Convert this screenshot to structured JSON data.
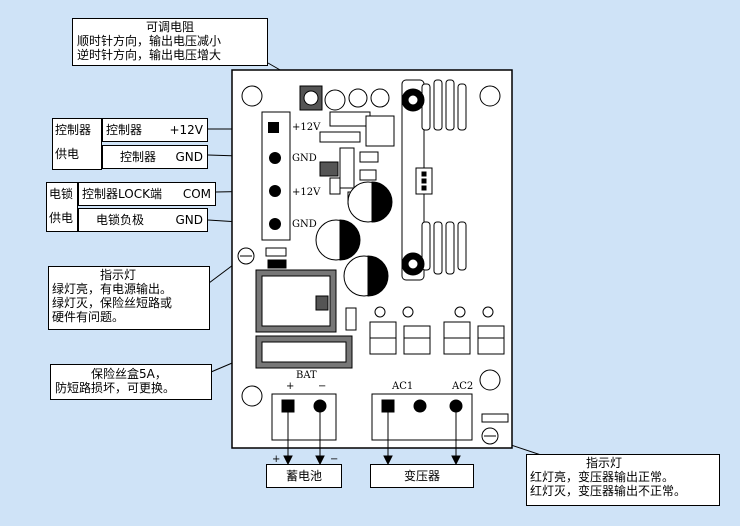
{
  "annotations": {
    "potentiometer": {
      "title": "可调电阻",
      "line1": "顺时针方向，输出电压减小",
      "line2": "逆时针方向，输出电压增大"
    },
    "controller_power": {
      "group": "控制器供电",
      "group_a": "控制器",
      "group_b": "供电",
      "row1_name": "控制器",
      "row1_value": "+12V",
      "row2_name": "控制器",
      "row2_value": "GND"
    },
    "lock_power": {
      "group_a": "电锁",
      "group_b": "供电",
      "row1_name": "控制器LOCK端",
      "row1_value": "COM",
      "row2_name": "电锁负极",
      "row2_value": "GND"
    },
    "indicator_green": {
      "title": "指示灯",
      "line1": "绿灯亮，有电源输出。",
      "line2": "绿灯灭，保险丝短路或",
      "line3": "硬件有问题。"
    },
    "fuse": {
      "line1": "保险丝盒5A，",
      "line2": "防短路损坏，可更换。"
    },
    "indicator_red": {
      "title": "指示灯",
      "line1": "红灯亮，变压器输出正常。",
      "line2": "红灯灭，变压器输出不正常。"
    },
    "battery_label": "蓄电池",
    "transformer_label": "变压器"
  },
  "board": {
    "terminal_labels": [
      "+12V",
      "GND",
      "+12V",
      "GND"
    ],
    "bat_label": "BAT",
    "bat_plus": "+",
    "bat_minus": "−",
    "ac1_label": "AC1",
    "ac2_label": "AC2",
    "arrow_plus": "+",
    "arrow_minus": "−"
  },
  "colors": {
    "background": "#cfe3f7",
    "board": "#ffffff",
    "line": "#000000",
    "shade": "#6f6f6f"
  }
}
